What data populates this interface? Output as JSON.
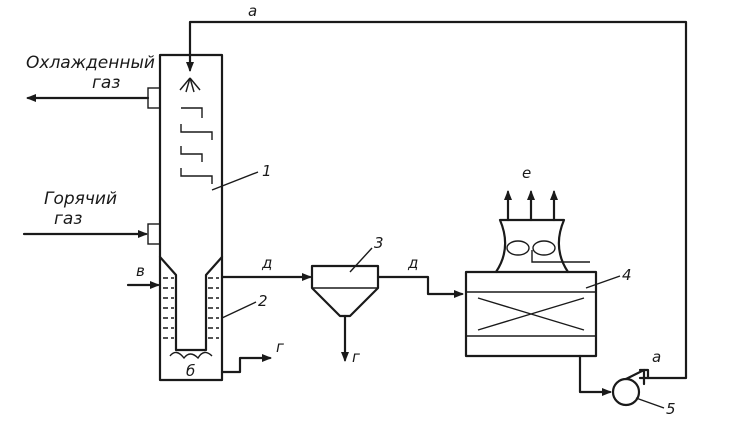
{
  "labels": {
    "cooled_gas_1": "Охлажденный",
    "cooled_gas_2": "газ",
    "hot_gas_1": "Горячий",
    "hot_gas_2": "газ"
  },
  "numbers": {
    "n1": "1",
    "n2": "2",
    "n3": "3",
    "n4": "4",
    "n5": "5"
  },
  "letters": {
    "a_top": "а",
    "a_bottom": "а",
    "b": "б",
    "v": "в",
    "g_tower": "г",
    "g_settler": "г",
    "d_left": "д",
    "d_right": "д",
    "e": "е"
  }
}
